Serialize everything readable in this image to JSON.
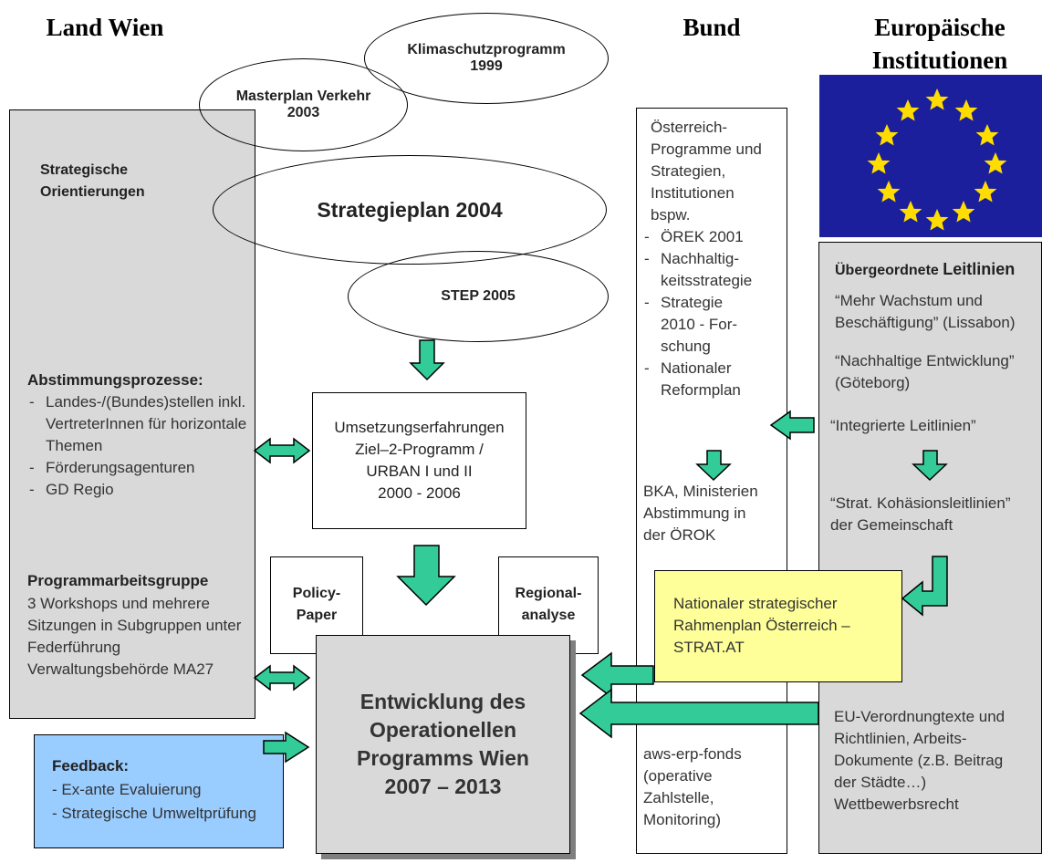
{
  "headers": {
    "land_wien": "Land Wien",
    "bund": "Bund",
    "eu": "Europäische\nInstitutionen"
  },
  "ellipses": {
    "klimaschutz": "Klimaschutzprogramm\n1999",
    "masterplan": "Masterplan Verkehr\n2003",
    "strategieplan": "Strategieplan 2004",
    "step": "STEP 2005"
  },
  "left_panel": {
    "strategische": "Strategische\nOrientierungen",
    "abstimmung_title": "Abstimmungsprozesse:",
    "abstimmung_items": [
      "Landes-/(Bundes)stellen inkl. VertreterInnen für horizontale Themen",
      "Förderungsagenturen",
      "GD Regio"
    ],
    "programm_title": "Programmarbeitsgruppe",
    "programm_text": "3 Workshops und mehrere Sitzungen in Subgruppen unter  Federführung Verwaltungsbehörde MA27"
  },
  "umsetzung": "Umsetzungserfahrungen\nZiel–2-Programm /\nURBAN I und II\n2000 - 2006",
  "policy_paper": "Policy-\nPaper",
  "regionalanalyse": "Regional-\nanalyse",
  "entwicklung": "Entwicklung des\nOperationellen\nProgramms Wien\n2007 – 2013",
  "feedback": {
    "title": "Feedback:",
    "items": [
      "- Ex-ante Evaluierung",
      "- Strategische Umweltprüfung"
    ]
  },
  "bund_column": {
    "intro": "Österreich-\nProgramme und\nStrategien,\nInstitutionen\nbspw.",
    "items": [
      "ÖREK 2001",
      "Nachhaltig-\nkeitsstrategie",
      "Strategie\n2010 - For-\nschung",
      "Nationaler\nReformplan"
    ],
    "bka": "BKA, Ministerien\nAbstimmung in\nder ÖROK",
    "aws": "aws-erp-fonds\n(operative\nZahlstelle,\nMonitoring)"
  },
  "strat_at": "Nationaler strategischer\nRahmenplan Österreich –\nSTRAT.AT",
  "eu_panel": {
    "title_a": "Übergeordnete ",
    "title_b": "Leitlinien",
    "lissabon": "“Mehr Wachstum und\nBeschäftigung” (Lissabon)",
    "goteborg": "“Nachhaltige Entwicklung”\n(Göteborg)",
    "integrierte": "“Integrierte Leitlinien”",
    "kohaesion": "“Strat. Kohäsionsleitlinien”\nder Gemeinschaft",
    "eu_vo": "EU-Verordnungtexte und\nRichtlinien, Arbeits-\nDokumente (z.B. Beitrag\nder Städte…)\nWettbewerbsrecht"
  },
  "colors": {
    "arrow_fill": "#33cc99",
    "grey_box": "#d9d9d9",
    "shadow": "#7f7f7f",
    "feedback_fill": "#99ccff",
    "strat_fill": "#ffff99",
    "eu_flag_blue": "#1c1f9c",
    "eu_star": "#ffdd00"
  }
}
